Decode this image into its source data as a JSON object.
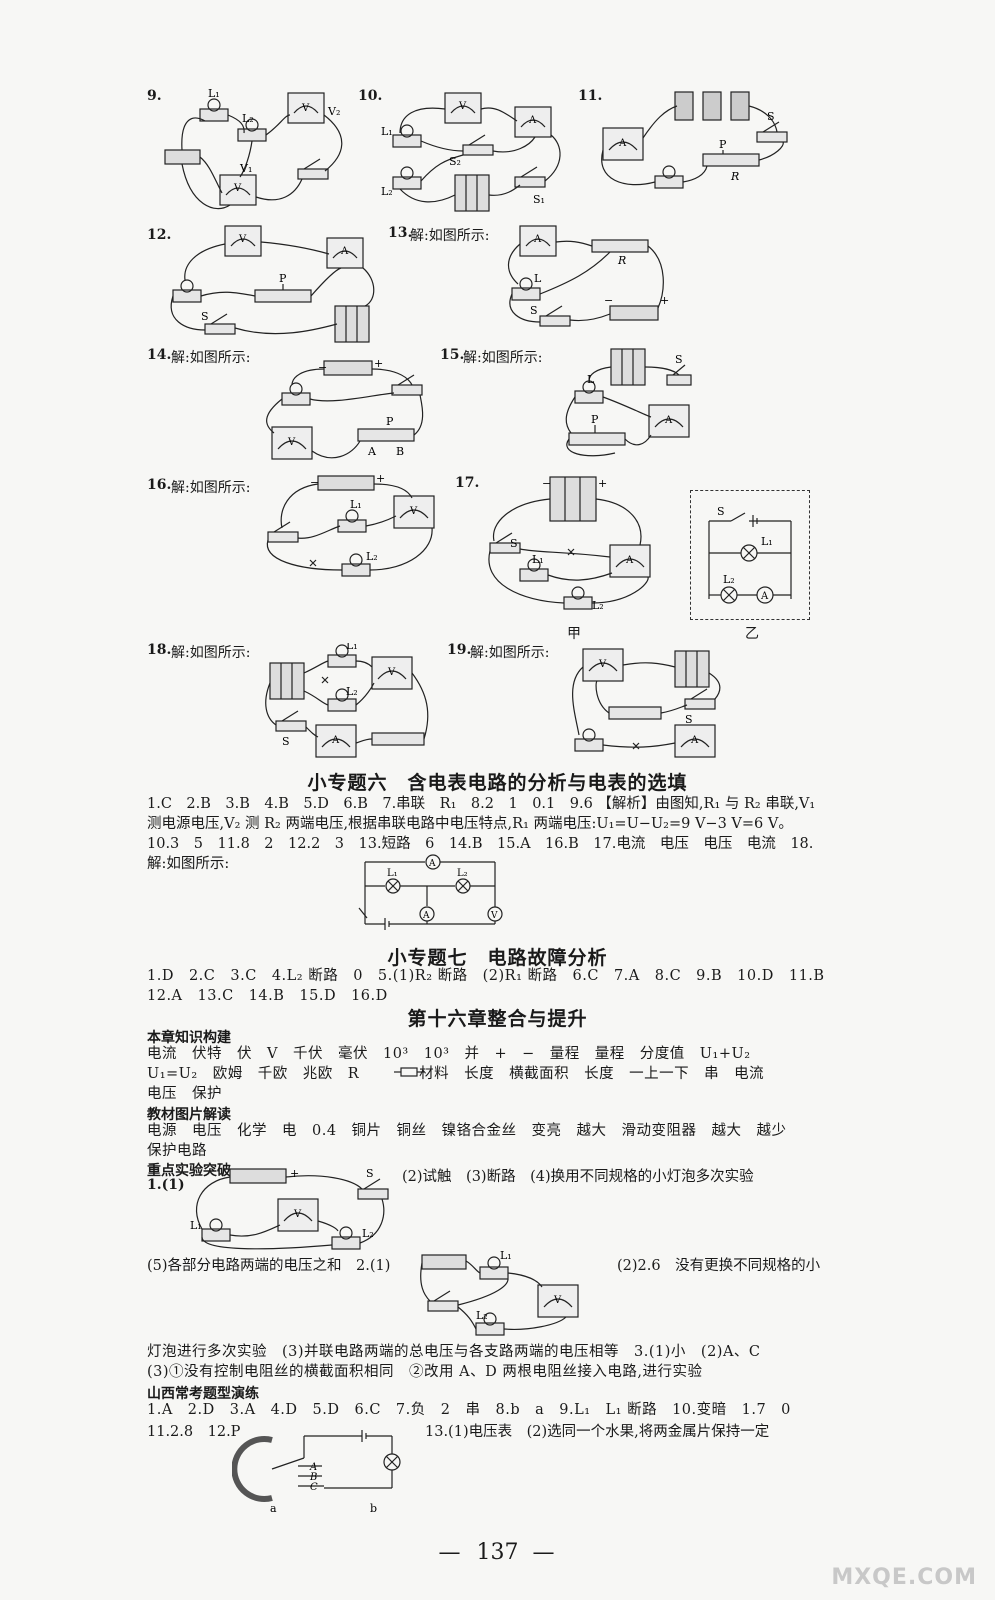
{
  "figures": {
    "q9": {
      "num": "9.",
      "labels": {
        "l1": "L₁",
        "l2": "L₂",
        "v1": "V₁",
        "v2": "V₂",
        "v1m": "V",
        "v2m": "V"
      }
    },
    "q10": {
      "num": "10.",
      "labels": {
        "v": "V",
        "a": "A",
        "l1": "L₁",
        "l2": "L₂",
        "s2": "S₂",
        "s1": "S₁"
      }
    },
    "q11": {
      "num": "11.",
      "labels": {
        "a": "A",
        "p": "P",
        "r": "R",
        "s": "S"
      }
    },
    "q12": {
      "num": "12.",
      "labels": {
        "v": "V",
        "a": "A",
        "p": "P",
        "s": "S"
      }
    },
    "q13": {
      "num": "13.",
      "text": "解:如图所示:",
      "labels": {
        "a": "A",
        "r": "R",
        "l": "L",
        "s": "S",
        "minus": "−",
        "plus": "+"
      }
    },
    "q14": {
      "num": "14.",
      "text": "解:如图所示:",
      "labels": {
        "minus": "−",
        "plus": "+",
        "p": "P",
        "a": "A",
        "b": "B",
        "v": "V"
      }
    },
    "q15": {
      "num": "15.",
      "text": "解:如图所示:",
      "labels": {
        "s": "S",
        "l": "L",
        "p": "P",
        "a": "A"
      }
    },
    "q16": {
      "num": "16.",
      "text": "解:如图所示:",
      "labels": {
        "minus": "−",
        "plus": "+",
        "l1": "L₁",
        "l2": "L₂",
        "v": "V"
      }
    },
    "q17": {
      "num": "17.",
      "caption_jia": "甲",
      "caption_yi": "乙",
      "labels": {
        "s": "S",
        "l1": "L₁",
        "l2": "L₂",
        "a": "A",
        "plus": "+",
        "minus": "−"
      }
    },
    "q18": {
      "num": "18.",
      "text": "解:如图所示:",
      "labels": {
        "l1": "L₁",
        "l2": "L₂",
        "s": "S",
        "v": "V",
        "a": "A"
      }
    },
    "q19": {
      "num": "19.",
      "text": "解:如图所示:",
      "labels": {
        "v": "V",
        "a": "A",
        "s": "S"
      }
    }
  },
  "topic6": {
    "title": "小专题六　含电表电路的分析与电表的选填",
    "p1": "1.C　2.B　3.B　4.B　5.D　6.B　7.串联　R₁　8.2　1　0.1　9.6 【解析】由图知,R₁ 与 R₂ 串联,V₁ 测电源电压,V₂ 测 R₂ 两端电压,根据串联电路中电压特点,R₁ 两端电压:U₁=U−U₂=9 V−3 V=6 V。　10.3　5　11.8　2　12.2　3　13.短路　6　14.B　15.A　16.B　17.电流　电压　电压　电流　18.解:如图所示:",
    "fig_labels": {
      "a1": "A",
      "a2": "A",
      "v": "V",
      "l1": "L₁",
      "l2": "L₂"
    }
  },
  "topic7": {
    "title": "小专题七　电路故障分析",
    "l1": "1.D　2.C　3.C　4.L₂ 断路　0　5.(1)R₂ 断路　(2)R₁ 断路　6.C　7.A　8.C　9.B　10.D　11.B",
    "l2": "12.A　13.C　14.B　15.D　16.D"
  },
  "chapter": {
    "title": "第十六章整合与提升",
    "sec1": "本章知识构建",
    "sec1_l1": "电流　伏特　伏　V　千伏　毫伏　10³　10³　并　+　−　量程　量程　分度值　U₁+U₂",
    "sec1_l2": "U₁=U₂　欧姆　千欧　兆欧　R　　　　材料　长度　横截面积　长度　一上一下　串　电流",
    "sec1_l3": "电压　保护",
    "sec2": "教材图片解读",
    "sec2_l1": "电源　电压　化学　电　0.4　铜片　铜丝　镍铬合金丝　变亮　越大　滑动变阻器　越大　越少",
    "sec2_l2": "保护电路",
    "sec3": "重点实验突破",
    "e1_num": "1.(1)",
    "e1_rest": "(2)试触　(3)断路　(4)换用不同规格的小灯泡多次实验",
    "e1_5": "(5)各部分电路两端的电压之和　2.(1)",
    "e2_rest": "(2)2.6　没有更换不同规格的小",
    "e2_l2": "灯泡进行多次实验　(3)并联电路两端的总电压与各支路两端的电压相等　3.(1)小　(2)A、C",
    "e3_l2": "(3)①没有控制电阻丝的横截面积相同　②改用 A、D 两根电阻丝接入电路,进行实验",
    "sec4": "山西常考题型演练",
    "s4_l1": "1.A　2.D　3.A　4.D　5.D　6.C　7.负　2　串　8.b　a　9.L₁　L₁ 断路　10.变暗　1.7　0",
    "s4_l2a": "11.2.8　12.P",
    "s4_l2b": "13.(1)电压表　(2)选同一个水果,将两金属片保持一定",
    "fig_labels": {
      "l1": "L₁",
      "l2": "L₂",
      "s": "S",
      "v": "V",
      "plus": "+",
      "a_cap": "a",
      "b_cap": "b",
      "pa": "A",
      "pb": "B",
      "pc": "C"
    }
  },
  "page_number": "137",
  "watermark": "MXQE.COM"
}
